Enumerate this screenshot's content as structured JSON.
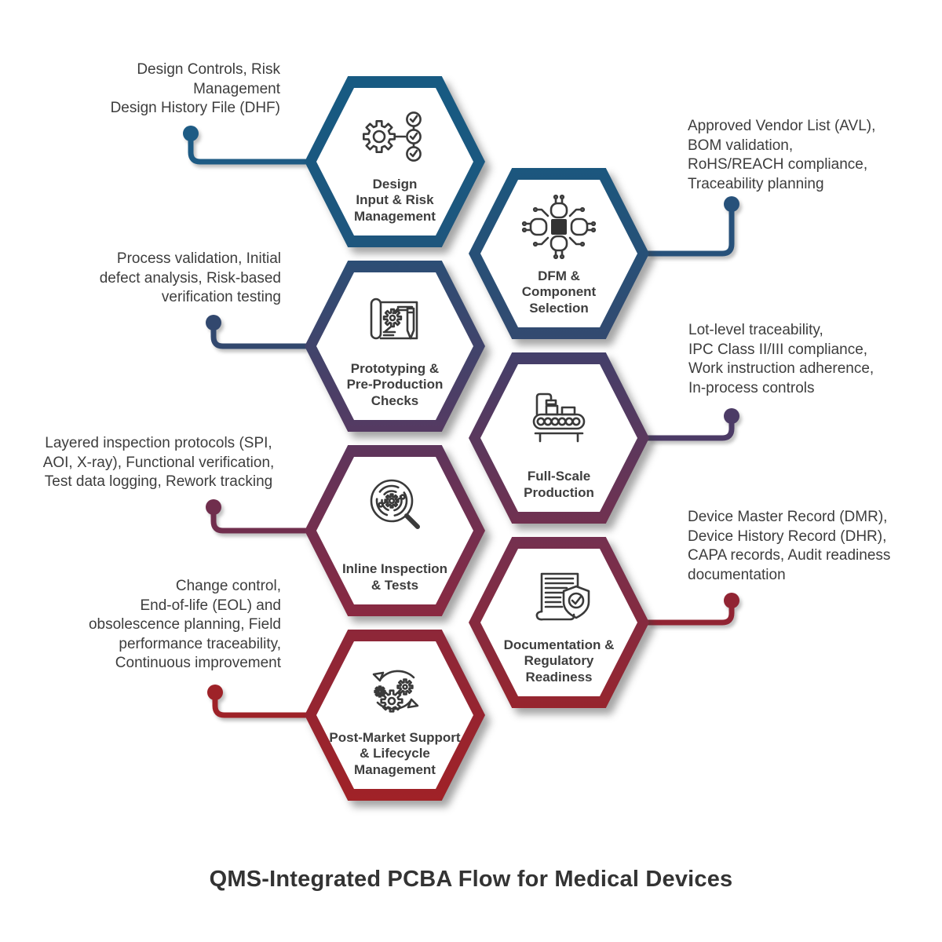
{
  "title": "QMS-Integrated PCBA Flow for Medical Devices",
  "steps": [
    {
      "name": "design-input-risk-management",
      "icon": "gear-checklist-icon",
      "accent_top": "#175A82",
      "accent_bottom": "#1E567D",
      "connector_color": "#1E5B84",
      "label_lines": [
        "Design",
        "Input & Risk",
        "Management"
      ],
      "note_lines": [
        "Design Controls, Risk",
        "Management",
        "Design History File (DHF)"
      ]
    },
    {
      "name": "dfm-component-selection",
      "icon": "circuit-chip-icon",
      "accent_top": "#1B577E",
      "accent_bottom": "#334A70",
      "connector_color": "#27517A",
      "label_lines": [
        "DFM &",
        "Component",
        "Selection"
      ],
      "note_lines": [
        "Approved Vendor List (AVL),",
        "BOM validation,",
        "RoHS/REACH compliance,",
        "Traceability planning"
      ]
    },
    {
      "name": "prototyping-pre-production-checks",
      "icon": "blueprint-gear-pencil-icon",
      "accent_top": "#2C4E75",
      "accent_bottom": "#553A62",
      "connector_color": "#32486E",
      "label_lines": [
        "Prototyping &",
        "Pre-Production",
        "Checks"
      ],
      "note_lines": [
        "Process validation, Initial",
        "defect analysis, Risk-based",
        "verification testing"
      ]
    },
    {
      "name": "full-scale-production",
      "icon": "robot-conveyor-icon",
      "accent_top": "#433F6A",
      "accent_bottom": "#713150",
      "connector_color": "#4C3B66",
      "label_lines": [
        "Full-Scale",
        "Production"
      ],
      "note_lines": [
        "Lot-level traceability,",
        "IPC Class II/III compliance,",
        "Work instruction adherence,",
        "In-process controls"
      ]
    },
    {
      "name": "inline-inspection-tests",
      "icon": "magnifier-gear-icon",
      "accent_top": "#5D355C",
      "accent_bottom": "#8A2941",
      "connector_color": "#702E4D",
      "label_lines": [
        "Inline Inspection",
        "& Tests"
      ],
      "note_lines": [
        "Layered inspection protocols (SPI,",
        "AOI, X-ray), Functional verification,",
        "Test data logging, Rework tracking"
      ]
    },
    {
      "name": "documentation-regulatory-readiness",
      "icon": "document-shield-check-icon",
      "accent_top": "#743050",
      "accent_bottom": "#97252E",
      "connector_color": "#912433",
      "label_lines": [
        "Documentation &",
        "Regulatory",
        "Readiness"
      ],
      "note_lines": [
        "Device Master Record (DMR),",
        "Device History Record (DHR),",
        "CAPA records, Audit readiness",
        "documentation"
      ]
    },
    {
      "name": "post-market-support-lifecycle-management",
      "icon": "cycle-gears-icon",
      "accent_top": "#8D2739",
      "accent_bottom": "#A02227",
      "connector_color": "#9E2228",
      "label_lines": [
        "Post-Market Support",
        "& Lifecycle",
        "Management"
      ],
      "note_lines": [
        "Change control,",
        "End-of-life (EOL) and",
        "obsolescence planning, Field",
        "performance traceability,",
        "Continuous improvement"
      ]
    }
  ]
}
